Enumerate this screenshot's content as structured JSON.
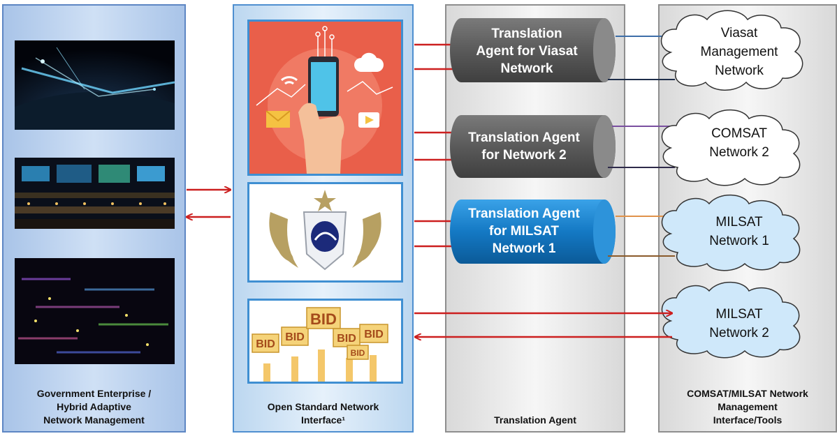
{
  "columns": {
    "gov": {
      "label_lines": [
        "Government Enterprise /",
        "Hybrid Adaptive",
        "Network Management"
      ]
    },
    "osn": {
      "label_lines": [
        "Open Standard Network",
        "Interface¹"
      ]
    },
    "ta": {
      "label_lines": [
        "Translation Agent"
      ]
    },
    "cm": {
      "label_lines": [
        "COMSAT/MILSAT Network",
        "Management",
        "Interface/Tools"
      ]
    }
  },
  "agents": [
    {
      "lines": [
        "Translation",
        "Agent for Viasat",
        "Network"
      ],
      "color": "#5e5e5e"
    },
    {
      "lines": [
        "Translation Agent",
        "for Network 2"
      ],
      "color": "#5e5e5e"
    },
    {
      "lines": [
        "Translation Agent",
        "for MILSAT",
        "Network 1"
      ],
      "color": "#1479c4"
    }
  ],
  "networks": [
    {
      "lines": [
        "Viasat",
        "Management",
        "Network"
      ],
      "fill": "#ffffff"
    },
    {
      "lines": [
        "COMSAT",
        "Network 2"
      ],
      "fill": "#ffffff"
    },
    {
      "lines": [
        "MILSAT",
        "Network 1"
      ],
      "fill": "#cfe8fa"
    },
    {
      "lines": [
        "MILSAT",
        "Network 2"
      ],
      "fill": "#cfe8fa"
    }
  ],
  "bid_sign_text": "BID",
  "colors": {
    "arrow": "#cc1f1f",
    "viasat_link": "#3d6ea8",
    "comsat_link": "#7a4fa0",
    "milsat_link_top": "#e0924a",
    "milsat_link_bottom": "#8a5a2a"
  },
  "icons": [
    "satellite-globe-photo",
    "control-room-photo",
    "network-lights-photo",
    "mobile-hand-icon",
    "wings-emblem-icon",
    "bid-signs-icon"
  ]
}
